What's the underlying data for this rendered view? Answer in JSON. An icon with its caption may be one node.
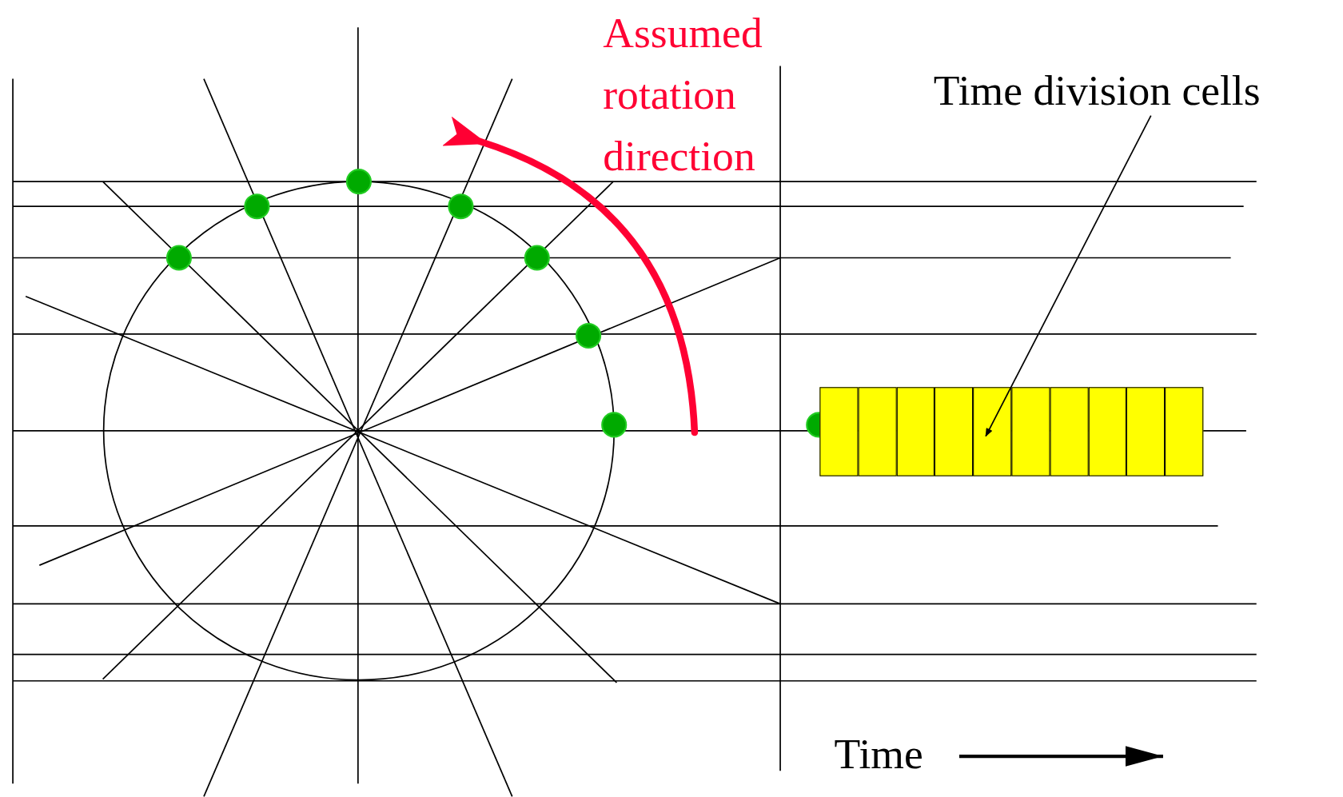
{
  "diagram": {
    "nodes": [
      {
        "text": [
          "Time division cells"
        ]
      },
      {
        "text": [],
        "shape": "box"
      },
      {
        "text": [],
        "shape": "box"
      },
      {
        "text": [],
        "shape": "box"
      },
      {
        "text": [],
        "shape": "box"
      },
      {
        "text": [],
        "shape": "box"
      },
      {
        "text": [],
        "shape": "box"
      },
      {
        "text": [],
        "shape": "box"
      },
      {
        "text": [],
        "shape": "box"
      },
      {
        "text": [],
        "shape": "box"
      },
      {
        "text": [],
        "shape": "box"
      }
    ],
    "edges": [
      {
        "from": 0,
        "to": 5,
        "arrow": "to"
      }
    ],
    "labels": [
      "Assumed rotation direction",
      "Time"
    ]
  }
}
